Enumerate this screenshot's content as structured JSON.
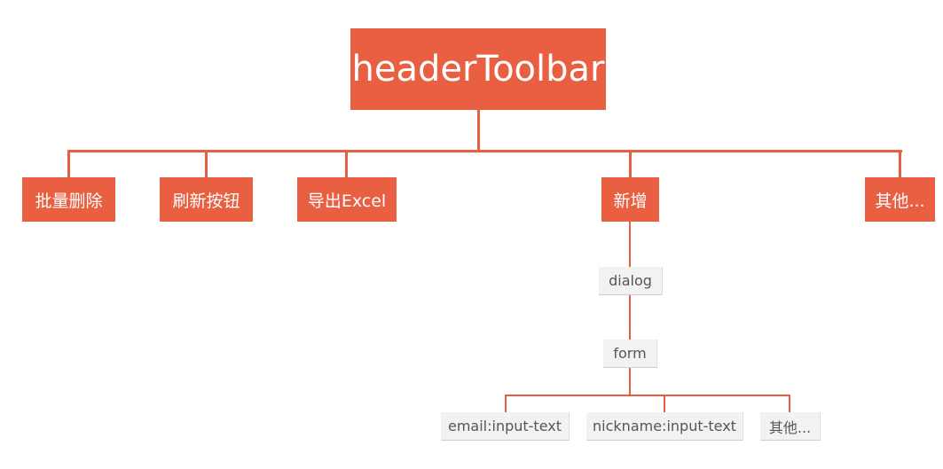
{
  "root": {
    "label": "headerToolbar"
  },
  "toolbar_items": [
    {
      "label": "批量删除"
    },
    {
      "label": "刷新按钮"
    },
    {
      "label": "导出Excel"
    },
    {
      "label": "新增"
    },
    {
      "label": "其他..."
    }
  ],
  "add_branch": {
    "dialog": {
      "label": "dialog"
    },
    "form": {
      "label": "form"
    },
    "fields": [
      {
        "label": "email:input-text"
      },
      {
        "label": "nickname:input-text"
      },
      {
        "label": "其他..."
      }
    ]
  },
  "colors": {
    "primary": "#e95f42",
    "line": "#e65f43",
    "secondary_fill": "#f2f2f2",
    "secondary_text": "#555555"
  }
}
